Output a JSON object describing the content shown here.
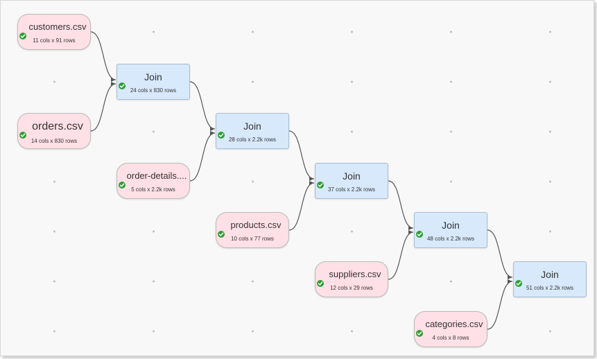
{
  "nodes": [
    {
      "id": "customers",
      "kind": "source",
      "title": "customers.csv",
      "info": "11 cols x 91 rows",
      "status": "ok"
    },
    {
      "id": "orders",
      "kind": "source",
      "title": "orders.csv",
      "info": "14 cols x 830 rows",
      "status": "ok"
    },
    {
      "id": "join1",
      "kind": "join",
      "title": "Join",
      "info": "24 cols x 830 rows",
      "status": "ok"
    },
    {
      "id": "orderdetails",
      "kind": "source",
      "title": "order-details....",
      "info": "5 cols x 2.2k rows",
      "status": "ok"
    },
    {
      "id": "join2",
      "kind": "join",
      "title": "Join",
      "info": "28 cols x 2.2k rows",
      "status": "ok"
    },
    {
      "id": "products",
      "kind": "source",
      "title": "products.csv",
      "info": "10 cols x 77 rows",
      "status": "ok"
    },
    {
      "id": "join3",
      "kind": "join",
      "title": "Join",
      "info": "37 cols x 2.2k rows",
      "status": "ok"
    },
    {
      "id": "suppliers",
      "kind": "source",
      "title": "suppliers.csv",
      "info": "12 cols x 29 rows",
      "status": "ok"
    },
    {
      "id": "join4",
      "kind": "join",
      "title": "Join",
      "info": "48 cols x 2.2k rows",
      "status": "ok"
    },
    {
      "id": "categories",
      "kind": "source",
      "title": "categories.csv",
      "info": "4 cols x 8 rows",
      "status": "ok"
    },
    {
      "id": "join5",
      "kind": "join",
      "title": "Join",
      "info": "51 cols x 2.2k rows",
      "status": "ok"
    }
  ],
  "edges": [
    [
      "customers",
      "join1"
    ],
    [
      "orders",
      "join1"
    ],
    [
      "join1",
      "join2"
    ],
    [
      "orderdetails",
      "join2"
    ],
    [
      "join2",
      "join3"
    ],
    [
      "products",
      "join3"
    ],
    [
      "join3",
      "join4"
    ],
    [
      "suppliers",
      "join4"
    ],
    [
      "join4",
      "join5"
    ],
    [
      "categories",
      "join5"
    ]
  ],
  "colors": {
    "source_fill": "#ffe0e6",
    "join_fill": "#d7e9fb",
    "status_ok": "#2e9e33",
    "edge": "#555555"
  }
}
